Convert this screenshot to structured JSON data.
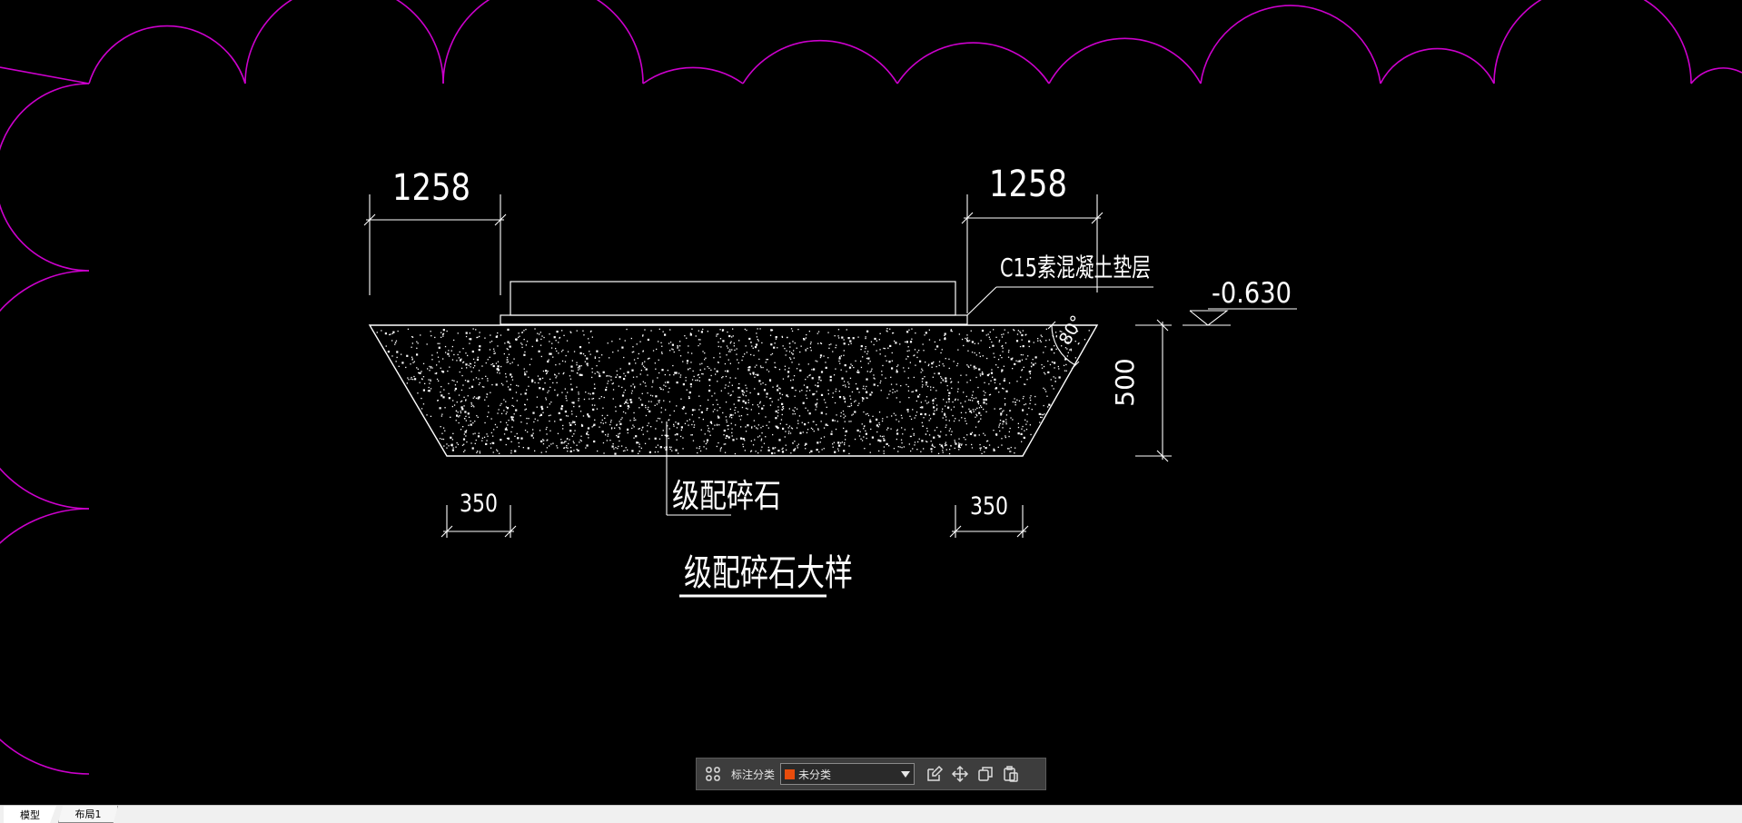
{
  "drawing": {
    "dim_top_left": "1258",
    "dim_top_right": "1258",
    "dim_bottom_left": "350",
    "dim_bottom_right": "350",
    "dim_height": "500",
    "angle": "80°",
    "elevation": "-0.630",
    "label_cushion": "C15素混凝土垫层",
    "label_gravel": "级配碎石",
    "detail_title": "级配碎石大样"
  },
  "colors": {
    "revision_cloud": "#cc00cc",
    "line": "#ffffff",
    "swatch": "#e84c0c"
  },
  "toolbar": {
    "label": "标注分类",
    "category_value": "未分类",
    "icons": [
      "grid-icon",
      "edit-icon",
      "move-icon",
      "copy-icon",
      "paste-icon"
    ]
  },
  "tabs": {
    "model": "模型",
    "layout1": "布局1"
  }
}
